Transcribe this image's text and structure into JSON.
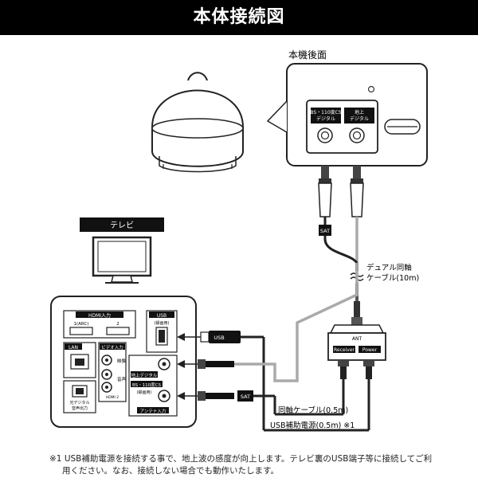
{
  "header": {
    "title": "本体接続図"
  },
  "rear_panel": {
    "caption": "本機後面",
    "bs_label_line1": "BS・110度CS",
    "bs_label_line2": "デジタル",
    "terrestrial_label_line1": "地上",
    "terrestrial_label_line2": "デジタル"
  },
  "tv": {
    "caption": "テレビ",
    "hdmi_title": "HDMI入力",
    "hdmi1": "1(ARC)",
    "hdmi2": "2",
    "usb_title": "USB",
    "usb_sub": "(録画用)",
    "lan": "LAN",
    "video_in": "ビデオ入力",
    "video": "映像",
    "audio": "音声",
    "optical_line1": "光デジタル",
    "optical_line2": "音声出力",
    "hdmi2_note": "HDMI 2",
    "terrestrial_in": "地上デジタル",
    "bs_in_line1": "BS・110度CS",
    "bs_in_line2": "(録画用)",
    "antenna_in": "アンテナ入力"
  },
  "cables": {
    "dual_coax_line1": "デュアル同軸",
    "dual_coax_line2": "ケーブル(10m)",
    "coax_short": "同軸ケーブル(0.5m)",
    "usb_power": "USB補助電源(0.5m) ※1",
    "sat_tag": "SAT",
    "sat_tag2": "SAT",
    "usb_tag": "USB"
  },
  "splitter": {
    "ant": "ANT",
    "receiver": "Receiver",
    "power": "Power"
  },
  "footnote": {
    "line1": "※1 USB補助電源を接続する事で、地上波の感度が向上します。テレビ裏のUSB端子等に接続してご利",
    "line2": "用ください。なお、接続しない場合でも動作いたします。"
  }
}
